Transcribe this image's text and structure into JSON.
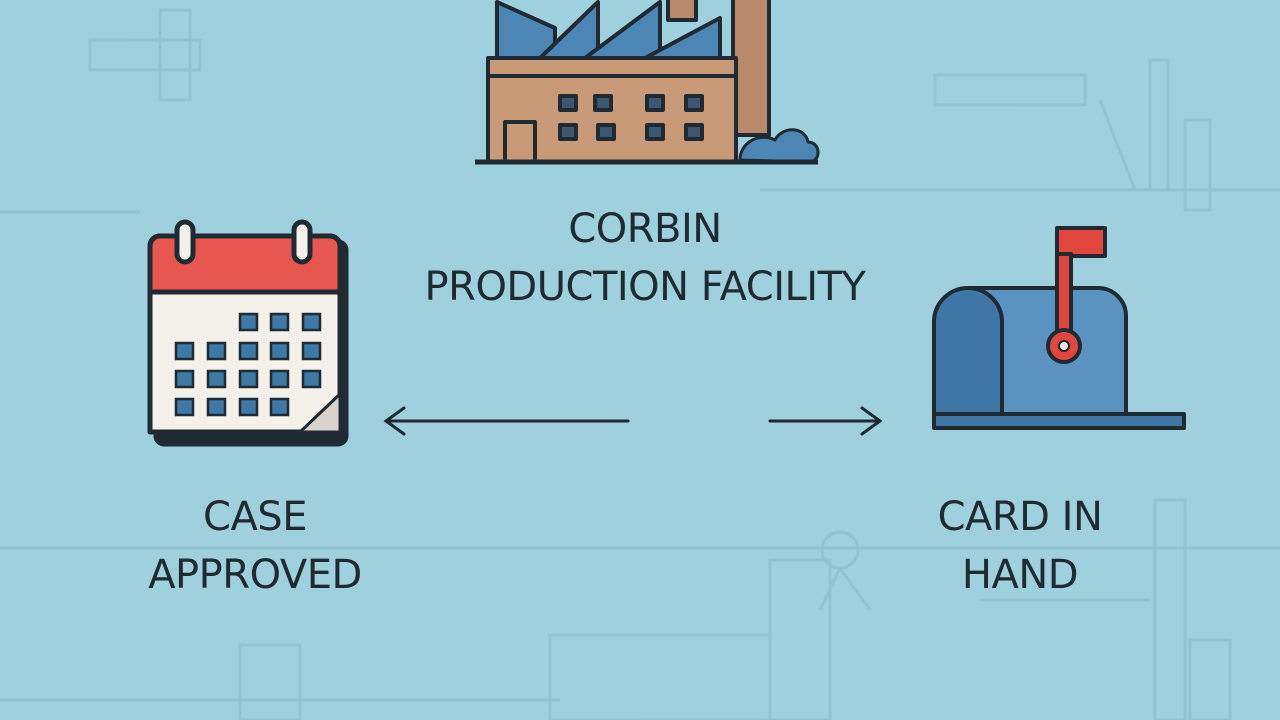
{
  "colors": {
    "background": "#9fd0dd",
    "ink": "#1f2a33",
    "calendar_header": "#e8574f",
    "calendar_page": "#f4f1ea",
    "calendar_square": "#3d7aa6",
    "factory_wall": "#c99a78",
    "factory_roof": "#4b86b4",
    "chimney": "#b8896a",
    "mailbox_body": "#4b86b4",
    "mailbox_flag": "#e2463e",
    "ghost_lines": "#8fc3d1"
  },
  "icons": {
    "factory": "factory-icon",
    "calendar": "calendar-icon",
    "mailbox": "mailbox-icon",
    "arrow_left": "arrow-left-icon",
    "arrow_right": "arrow-right-icon"
  },
  "factory": {
    "line1": "CORBIN",
    "line2": "PRODUCTION FACILITY"
  },
  "case": {
    "line1": "CASE",
    "line2": "APPROVED"
  },
  "card": {
    "line1": "CARD IN",
    "line2": "HAND"
  }
}
